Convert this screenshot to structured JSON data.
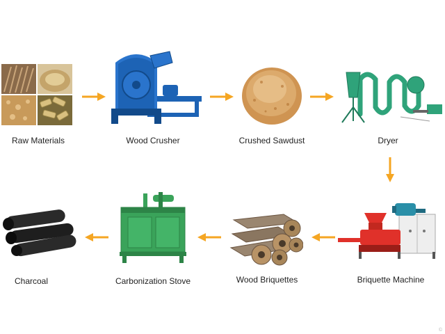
{
  "steps": [
    {
      "label": "Raw Materials",
      "icon": "raw-materials-photo"
    },
    {
      "label": "Wood Crusher",
      "icon": "wood-crusher-machine"
    },
    {
      "label": "Crushed Sawdust",
      "icon": "sawdust-pile"
    },
    {
      "label": "Dryer",
      "icon": "airflow-dryer-machine"
    },
    {
      "label": "Briquette Machine",
      "icon": "briquette-machine"
    },
    {
      "label": "Wood Briquettes",
      "icon": "wood-briquettes-stack"
    },
    {
      "label": "Carbonization Stove",
      "icon": "carbonization-stove"
    },
    {
      "label": "Charcoal",
      "icon": "charcoal-sticks"
    }
  ],
  "watermark": "©",
  "colors": {
    "arrow": "#f5a623",
    "machine_blue": "#1d63b5",
    "dryer_green": "#2fa37a",
    "stove_green": "#3aa35a",
    "press_red": "#e0312a",
    "sawdust": "#d9a566",
    "charcoal": "#1e1e1e"
  }
}
